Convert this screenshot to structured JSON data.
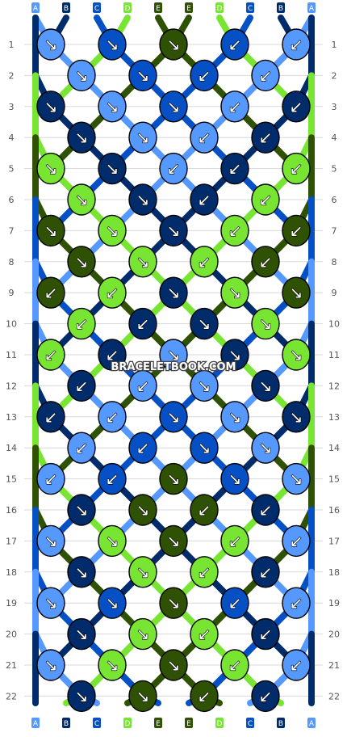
{
  "watermark": "BRACELETBOOK.COM",
  "colors": {
    "A": "#5599ff",
    "B": "#002c6b",
    "C": "#0450c4",
    "D": "#77e532",
    "E": "#2f5103"
  },
  "string_labels": [
    "A",
    "B",
    "C",
    "D",
    "E",
    "E",
    "D",
    "C",
    "B",
    "A"
  ],
  "row_labels": [
    "1",
    "2",
    "3",
    "4",
    "5",
    "6",
    "7",
    "8",
    "9",
    "10",
    "11",
    "12",
    "13",
    "14",
    "15",
    "16",
    "17",
    "18",
    "19",
    "20",
    "21",
    "22"
  ],
  "knots": [
    [
      {
        "c": "A",
        "d": "↘"
      },
      {
        "c": "C",
        "d": "↘"
      },
      {
        "c": "E",
        "d": "↘"
      },
      {
        "c": "C",
        "d": "↙"
      },
      {
        "c": "A",
        "d": "↙"
      }
    ],
    [
      {
        "c": "A",
        "d": "↘"
      },
      {
        "c": "C",
        "d": "↘"
      },
      {
        "c": "C",
        "d": "↙"
      },
      {
        "c": "A",
        "d": "↙"
      }
    ],
    [
      {
        "c": "B",
        "d": "↘"
      },
      {
        "c": "A",
        "d": "↘"
      },
      {
        "c": "C",
        "d": "↘"
      },
      {
        "c": "A",
        "d": "↙"
      },
      {
        "c": "B",
        "d": "↙"
      }
    ],
    [
      {
        "c": "B",
        "d": "↘"
      },
      {
        "c": "A",
        "d": "↘"
      },
      {
        "c": "A",
        "d": "↙"
      },
      {
        "c": "B",
        "d": "↙"
      }
    ],
    [
      {
        "c": "D",
        "d": "↘"
      },
      {
        "c": "B",
        "d": "↘"
      },
      {
        "c": "A",
        "d": "↙"
      },
      {
        "c": "B",
        "d": "↙"
      },
      {
        "c": "D",
        "d": "↙"
      }
    ],
    [
      {
        "c": "D",
        "d": "↘"
      },
      {
        "c": "B",
        "d": "↘"
      },
      {
        "c": "B",
        "d": "↙"
      },
      {
        "c": "D",
        "d": "↙"
      }
    ],
    [
      {
        "c": "E",
        "d": "↘"
      },
      {
        "c": "D",
        "d": "↘"
      },
      {
        "c": "B",
        "d": "↘"
      },
      {
        "c": "D",
        "d": "↙"
      },
      {
        "c": "E",
        "d": "↙"
      }
    ],
    [
      {
        "c": "E",
        "d": "↘"
      },
      {
        "c": "D",
        "d": "↘"
      },
      {
        "c": "D",
        "d": "↙"
      },
      {
        "c": "E",
        "d": "↙"
      }
    ],
    [
      {
        "c": "E",
        "d": "↙"
      },
      {
        "c": "D",
        "d": "↙"
      },
      {
        "c": "B",
        "d": "↘"
      },
      {
        "c": "D",
        "d": "↘"
      },
      {
        "c": "E",
        "d": "↘"
      }
    ],
    [
      {
        "c": "D",
        "d": "↙"
      },
      {
        "c": "B",
        "d": "↙"
      },
      {
        "c": "B",
        "d": "↘"
      },
      {
        "c": "D",
        "d": "↘"
      }
    ],
    [
      {
        "c": "D",
        "d": "↙"
      },
      {
        "c": "B",
        "d": "↙"
      },
      {
        "c": "A",
        "d": "↘"
      },
      {
        "c": "B",
        "d": "↘"
      },
      {
        "c": "D",
        "d": "↘"
      }
    ],
    [
      {
        "c": "B",
        "d": "↙"
      },
      {
        "c": "A",
        "d": "↙"
      },
      {
        "c": "A",
        "d": "↘"
      },
      {
        "c": "B",
        "d": "↘"
      }
    ],
    [
      {
        "c": "B",
        "d": "↙"
      },
      {
        "c": "A",
        "d": "↙"
      },
      {
        "c": "C",
        "d": "↘"
      },
      {
        "c": "A",
        "d": "↘"
      },
      {
        "c": "B",
        "d": "↘"
      }
    ],
    [
      {
        "c": "A",
        "d": "↙"
      },
      {
        "c": "C",
        "d": "↙"
      },
      {
        "c": "C",
        "d": "↘"
      },
      {
        "c": "A",
        "d": "↘"
      }
    ],
    [
      {
        "c": "A",
        "d": "↙"
      },
      {
        "c": "C",
        "d": "↙"
      },
      {
        "c": "E",
        "d": "↘"
      },
      {
        "c": "C",
        "d": "↘"
      },
      {
        "c": "A",
        "d": "↘"
      }
    ],
    [
      {
        "c": "B",
        "d": "↘"
      },
      {
        "c": "E",
        "d": "↘"
      },
      {
        "c": "E",
        "d": "↙"
      },
      {
        "c": "B",
        "d": "↙"
      }
    ],
    [
      {
        "c": "A",
        "d": "↘"
      },
      {
        "c": "D",
        "d": "↘"
      },
      {
        "c": "E",
        "d": "↘"
      },
      {
        "c": "D",
        "d": "↙"
      },
      {
        "c": "A",
        "d": "↙"
      }
    ],
    [
      {
        "c": "B",
        "d": "↘"
      },
      {
        "c": "D",
        "d": "↘"
      },
      {
        "c": "D",
        "d": "↙"
      },
      {
        "c": "B",
        "d": "↙"
      }
    ],
    [
      {
        "c": "A",
        "d": "↘"
      },
      {
        "c": "C",
        "d": "↘"
      },
      {
        "c": "E",
        "d": "↘"
      },
      {
        "c": "C",
        "d": "↙"
      },
      {
        "c": "A",
        "d": "↙"
      }
    ],
    [
      {
        "c": "B",
        "d": "↘"
      },
      {
        "c": "D",
        "d": "↘"
      },
      {
        "c": "D",
        "d": "↙"
      },
      {
        "c": "B",
        "d": "↙"
      }
    ],
    [
      {
        "c": "A",
        "d": "↘"
      },
      {
        "c": "D",
        "d": "↘"
      },
      {
        "c": "E",
        "d": "↘"
      },
      {
        "c": "D",
        "d": "↙"
      },
      {
        "c": "A",
        "d": "↙"
      }
    ],
    [
      {
        "c": "B",
        "d": "↘"
      },
      {
        "c": "E",
        "d": "↘"
      },
      {
        "c": "E",
        "d": "↙"
      },
      {
        "c": "B",
        "d": "↙"
      }
    ]
  ]
}
